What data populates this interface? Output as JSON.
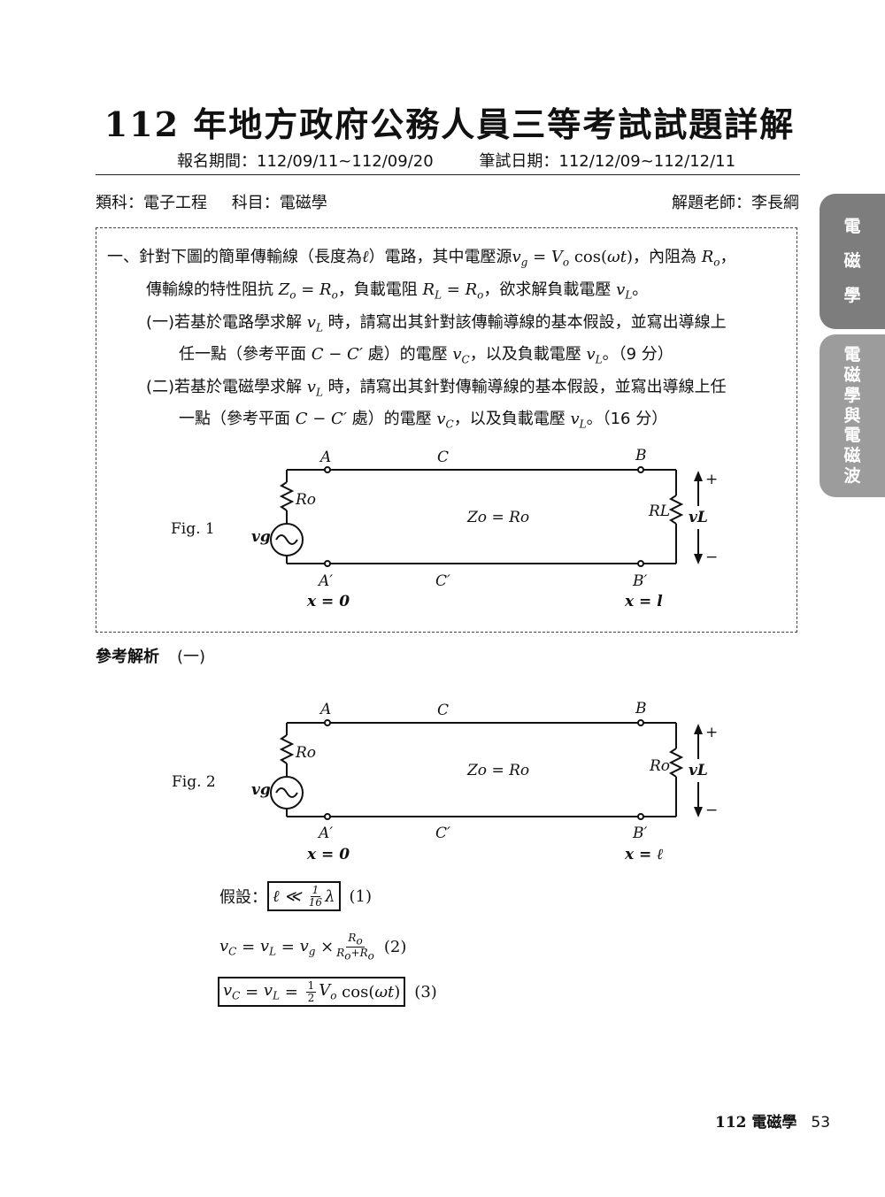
{
  "header": {
    "title": "112 年地方政府公務人員三等考試試題詳解",
    "registration": "報名期間：112/09/11~112/09/20",
    "exam_date": "筆試日期：112/12/09~112/12/11",
    "category": "類科：電子工程",
    "subject": "科目：電磁學",
    "teacher": "解題老師：李長綱"
  },
  "side_tabs": [
    {
      "chars": [
        "電",
        "磁",
        "學"
      ]
    },
    {
      "chars": [
        "電",
        "磁",
        "學",
        "與",
        "電",
        "磁",
        "波"
      ]
    }
  ],
  "question": {
    "line1_a": "一、針對下圖的簡單傳輸線（長度為",
    "line1_b": "ℓ",
    "line1_c": "）電路，其中電壓源",
    "line1_d": "，內阻為",
    "line1_e": "，",
    "line2_a": "傳輸線的特性阻抗",
    "line2_b": "，負載電阻",
    "line2_c": "，欲求解負載電壓",
    "line2_d": "。",
    "line3_a": "(一)若基於電路學求解",
    "line3_b": "時，請寫出其針對該傳輸導線的基本假設，並寫出導線上",
    "line4_a": "任一點（參考平面",
    "line4_b": "處）的電壓",
    "line4_c": "，以及負載電壓",
    "line4_d": "。（9 分）",
    "line5_a": "(二)若基於電磁學求解",
    "line5_b": "時，請寫出其針對傳輸導線的基本假設，並寫出導線上任",
    "line6_a": "一點（參考平面",
    "line6_b": "處）的電壓",
    "line6_c": "，以及負載電壓",
    "line6_d": "。（16 分）"
  },
  "fig1": {
    "label": "Fig. 1",
    "A": "A",
    "C": "C",
    "B": "B",
    "A_prime": "A′",
    "C_prime": "C′",
    "B_prime": "B′",
    "Ro": "Ro",
    "vg": "vg",
    "Zo": "Zo = Ro",
    "RL": "RL",
    "vL": "vL",
    "plus": "+",
    "minus": "−",
    "x0": "x = 0",
    "xl": "x = l"
  },
  "answer": {
    "heading": "參考解析",
    "part": "(一)"
  },
  "fig2": {
    "label": "Fig. 2",
    "A": "A",
    "C": "C",
    "B": "B",
    "A_prime": "A′",
    "C_prime": "C′",
    "B_prime": "B′",
    "Ro": "Ro",
    "vg": "vg",
    "Zo": "Zo = Ro",
    "RL": "Ro",
    "vL": "vL",
    "plus": "+",
    "minus": "−",
    "x0": "x = 0",
    "xl": "x = ℓ"
  },
  "equations": {
    "assumption_label": "假設：",
    "eq1_tag": "(1)",
    "eq2_tag": "(2)",
    "eq3_tag": "(3)"
  },
  "footer": {
    "book": "112 電磁學",
    "page": "53"
  }
}
